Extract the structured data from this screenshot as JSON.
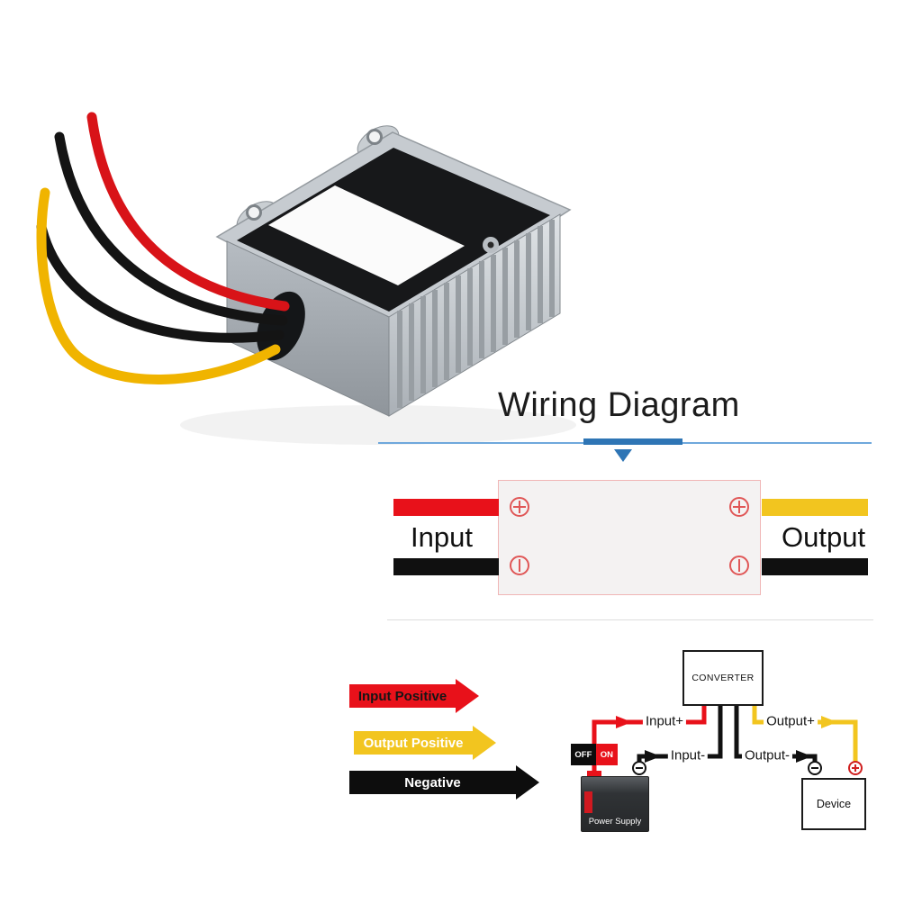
{
  "heading": {
    "title": "Wiring Diagram"
  },
  "wiring_panel": {
    "input_label": "Input",
    "output_label": "Output"
  },
  "legend": {
    "items": [
      {
        "label": "Input Positive",
        "arrow_color": "#e8111a",
        "text_color": "#151515"
      },
      {
        "label": "Output Positive",
        "arrow_color": "#f2c51f",
        "text_color": "#ffffff"
      },
      {
        "label": "Negative",
        "arrow_color": "#0d0d0d",
        "text_color": "#ffffff"
      }
    ]
  },
  "schematic": {
    "converter_label": "CONVERTER",
    "wire_labels": {
      "input_positive": "Input+",
      "input_negative": "Input-",
      "output_negative": "Output-",
      "output_positive": "Output+"
    },
    "switch": {
      "off_label": "OFF",
      "on_label": "ON"
    },
    "power_supply_label": "Power Supply",
    "device_label": "Device"
  },
  "colors": {
    "wire_red": "#e8111a",
    "wire_yellow": "#f2c51f",
    "wire_black": "#111111",
    "accent_blue": "#2e75b5",
    "underline_blue": "#6fa8dc",
    "terminal_red": "#e05757",
    "panel_border_pink": "#f0b6b6"
  },
  "icons": {
    "down_arrow": "▼",
    "flow_arrow": "➤",
    "plus_terminal": "⊕",
    "minus_terminal": "⊖"
  }
}
